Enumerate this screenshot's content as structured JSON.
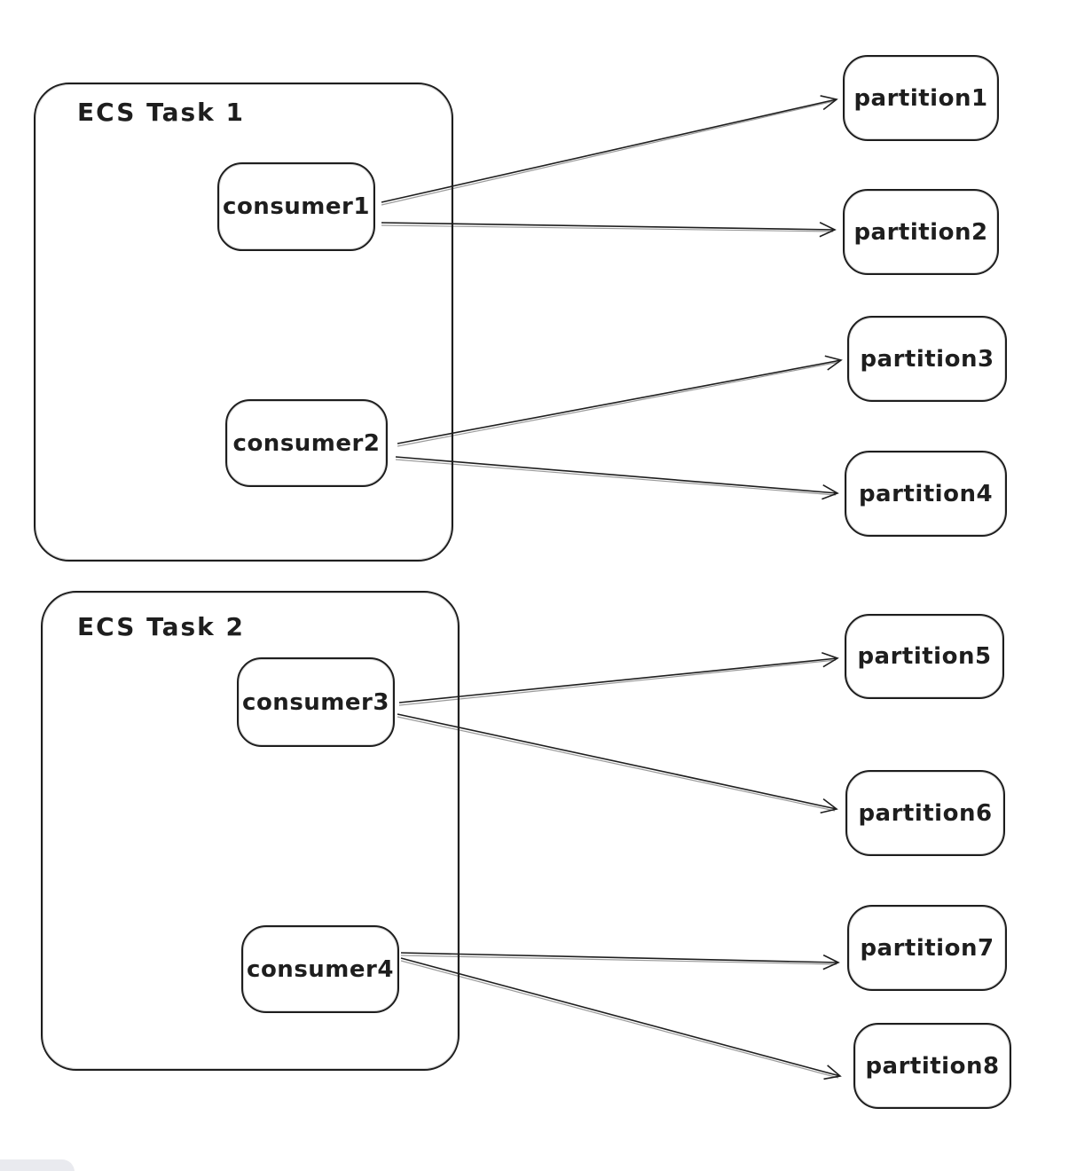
{
  "diagram": {
    "type": "excalidraw-style-sketch",
    "background_color": "#ffffff",
    "stroke_color": "#1e1e1e",
    "ui_island_color": "#e9eaef"
  },
  "groups": [
    {
      "label": "ECS Task 1"
    },
    {
      "label": "ECS Task 2"
    }
  ],
  "consumers": [
    {
      "label": "consumer1",
      "group": "ECS Task 1"
    },
    {
      "label": "consumer2",
      "group": "ECS Task 1"
    },
    {
      "label": "consumer3",
      "group": "ECS Task 2"
    },
    {
      "label": "consumer4",
      "group": "ECS Task 2"
    }
  ],
  "partitions": [
    {
      "label": "partition1"
    },
    {
      "label": "partition2"
    },
    {
      "label": "partition3"
    },
    {
      "label": "partition4"
    },
    {
      "label": "partition5"
    },
    {
      "label": "partition6"
    },
    {
      "label": "partition7"
    },
    {
      "label": "partition8"
    }
  ],
  "connections": [
    {
      "from": "consumer1",
      "to": "partition1"
    },
    {
      "from": "consumer1",
      "to": "partition2"
    },
    {
      "from": "consumer2",
      "to": "partition3"
    },
    {
      "from": "consumer2",
      "to": "partition4"
    },
    {
      "from": "consumer3",
      "to": "partition5"
    },
    {
      "from": "consumer3",
      "to": "partition6"
    },
    {
      "from": "consumer4",
      "to": "partition7"
    },
    {
      "from": "consumer4",
      "to": "partition8"
    }
  ]
}
